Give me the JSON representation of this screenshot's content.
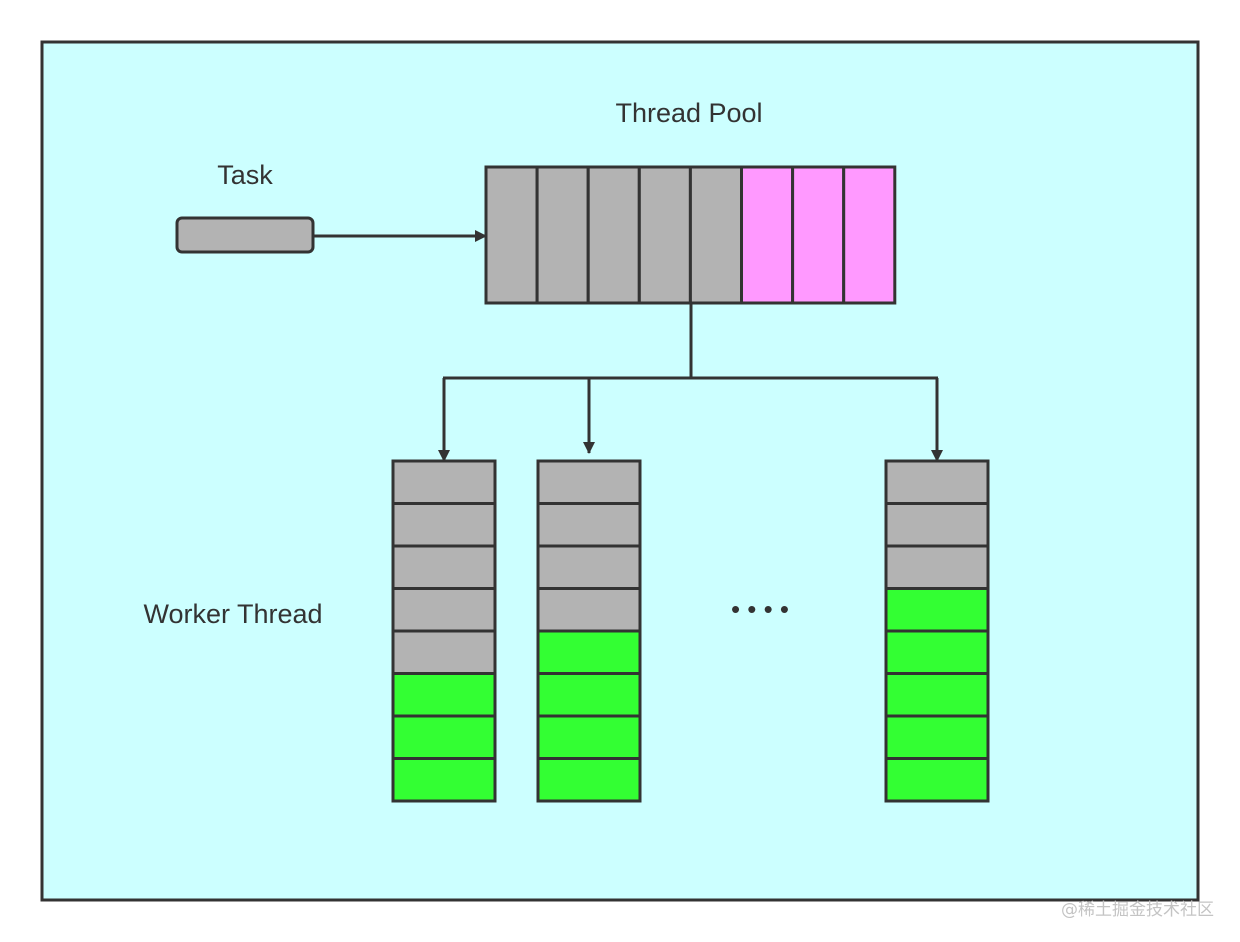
{
  "labels": {
    "thread_pool": "Thread Pool",
    "task": "Task",
    "worker_thread": "Worker Thread"
  },
  "ellipsis": "• • • •",
  "watermark": "@稀土掘金技术社区",
  "colors": {
    "background": "#ccffff",
    "border": "#333333",
    "busy_slot": "#b3b3b3",
    "free_slot": "#ff99ff",
    "done_slot": "#33ff33"
  },
  "thread_pool_slots": [
    "busy",
    "busy",
    "busy",
    "busy",
    "busy",
    "free",
    "free",
    "free"
  ],
  "workers": [
    {
      "slots": [
        "busy",
        "busy",
        "busy",
        "busy",
        "busy",
        "done",
        "done",
        "done"
      ]
    },
    {
      "slots": [
        "busy",
        "busy",
        "busy",
        "busy",
        "done",
        "done",
        "done",
        "done"
      ]
    },
    {
      "slots": [
        "busy",
        "busy",
        "busy",
        "done",
        "done",
        "done",
        "done",
        "done"
      ]
    }
  ]
}
